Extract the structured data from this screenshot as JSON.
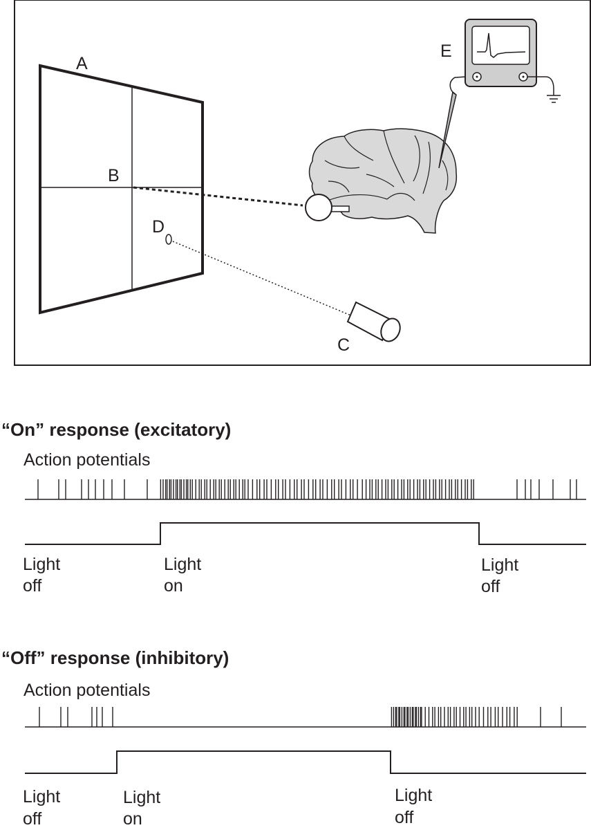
{
  "setup": {
    "labels": {
      "screen": "A",
      "fixation_point": "B",
      "light_source": "C",
      "light_spot": "D",
      "oscilloscope": "E"
    }
  },
  "panels": [
    {
      "title": "“On” response (excitatory)",
      "spikes_label": "Action potentials",
      "stimulus_labels": [
        {
          "line1": "Light",
          "line2": "off"
        },
        {
          "line1": "Light",
          "line2": "on"
        },
        {
          "line1": "Light",
          "line2": "off"
        }
      ]
    },
    {
      "title": "“Off” response (inhibitory)",
      "spikes_label": "Action potentials",
      "stimulus_labels": [
        {
          "line1": "Light",
          "line2": "off"
        },
        {
          "line1": "Light",
          "line2": "on"
        },
        {
          "line1": "Light",
          "line2": "off"
        }
      ]
    }
  ]
}
